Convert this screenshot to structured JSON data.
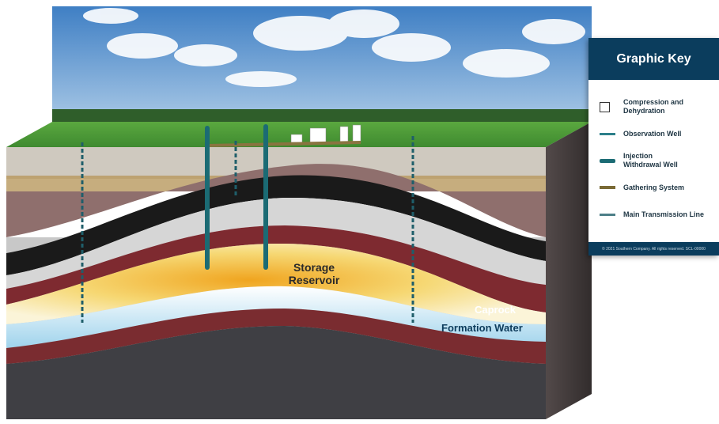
{
  "labels": {
    "storage_reservoir": "Storage\nReservoir",
    "caprock": "Caprock",
    "formation_water": "Formation Water"
  },
  "key": {
    "title": "Graphic Key",
    "items": [
      {
        "label": "Compression and\nDehydration",
        "icon": "facility-square-icon"
      },
      {
        "label": "Observation Well",
        "icon": "observation-well-line-icon"
      },
      {
        "label": "Injection\nWithdrawal Well",
        "icon": "injection-well-line-icon"
      },
      {
        "label": "Gathering System",
        "icon": "gathering-system-line-icon"
      },
      {
        "label": "Main Transmission Line",
        "icon": "transmission-line-icon"
      }
    ],
    "footer": "© 2021 Southern Company. All rights reserved. SCL-00000"
  },
  "colors": {
    "key_header": "#0b3d5d",
    "well_injection": "#1b6b74",
    "well_observation": "#2d7f8a",
    "caprock": "#7e2a30",
    "formation_water": "#bfe3f2",
    "reservoir_gas": "#f2c24a",
    "grass": "#4e9a3a"
  }
}
